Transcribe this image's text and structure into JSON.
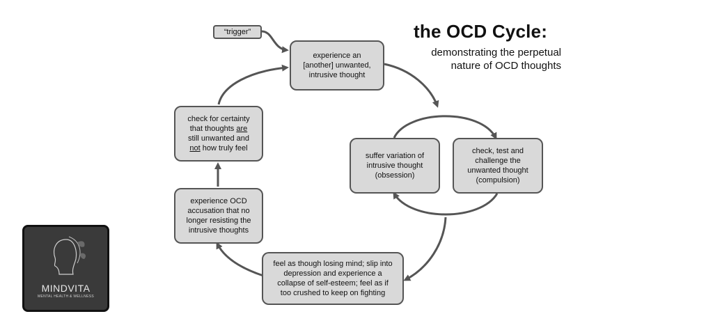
{
  "title": "the OCD Cycle:",
  "subtitle": {
    "line1": "demonstrating the perpetual",
    "line2": "nature of OCD thoughts"
  },
  "trigger_label": "“trigger”",
  "nodes": {
    "experience": {
      "l1": "experience  an",
      "l2": "[another] unwanted,",
      "l3": "intrusive thought"
    },
    "check_test": {
      "l1": "check, test and",
      "l2": "challenge the",
      "l3": "unwanted thought",
      "l4": "(compulsion)"
    },
    "suffer": {
      "l1": "suffer variation of",
      "l2": "intrusive thought",
      "l3": "(obsession)"
    },
    "losing_mind": {
      "l1": "feel as though losing mind; slip into",
      "l2": "depression and experience a",
      "l3": "collapse of self-esteem; feel as if",
      "l4": "too crushed to keep on fighting"
    },
    "accusation": {
      "l1": "experience OCD",
      "l2": "accusation that no",
      "l3": "longer resisting the",
      "l4": "intrusive thoughts"
    },
    "certainty": {
      "l1a": "check for certainty",
      "l2a": "that thoughts ",
      "l2u": "are",
      "l3a": "still unwanted and",
      "l4u": "not",
      "l4a": " how truly feel"
    }
  },
  "logo": {
    "wordmark": "MINDVITA",
    "tagline": "MENTAL HEALTH & WELLNESS"
  },
  "colors": {
    "node_fill": "#d9d9d9",
    "node_border": "#555555",
    "arrow": "#555555",
    "logo_bg": "#3a3a3a"
  }
}
